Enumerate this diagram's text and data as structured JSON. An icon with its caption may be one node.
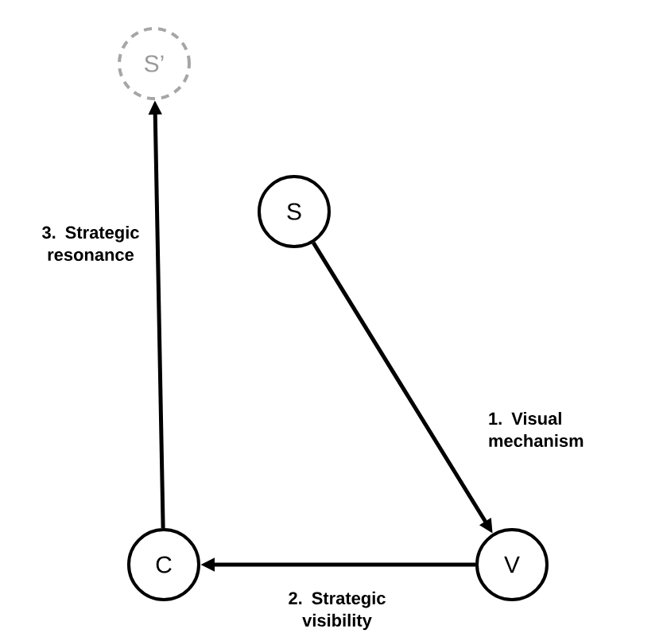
{
  "diagram": {
    "nodes": [
      {
        "text": [
          "S’"
        ]
      },
      {
        "text": [
          "S"
        ]
      },
      {
        "text": [
          "V"
        ]
      },
      {
        "text": [
          "C"
        ]
      }
    ],
    "edges": [
      {
        "from": 1,
        "to": 2,
        "arrow": "to",
        "label": "1. Visual mechanism"
      },
      {
        "from": 2,
        "to": 3,
        "arrow": "to",
        "label": "2. Strategic visibility"
      },
      {
        "from": 3,
        "to": 0,
        "arrow": "to",
        "label": "3. Strategic resonance"
      }
    ]
  }
}
